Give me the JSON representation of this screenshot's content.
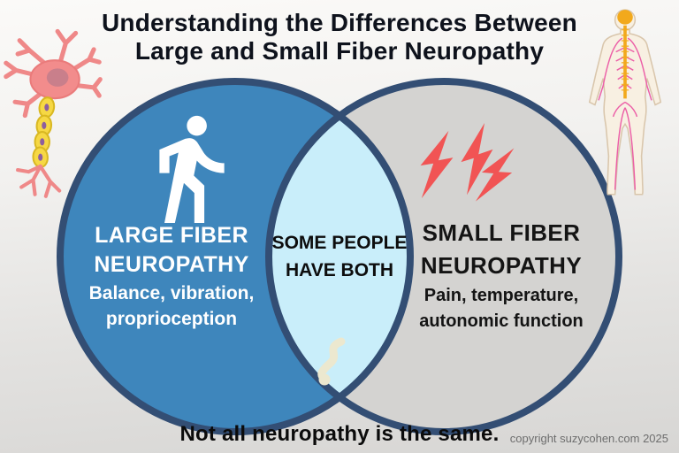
{
  "title": {
    "line1": "Understanding the Differences Between",
    "line2": "Large and Small Fiber Neuropathy"
  },
  "venn": {
    "left_circle": {
      "icon": "walking-person-icon",
      "heading_line1": "LARGE FIBER",
      "heading_line2": "NEUROPATHY",
      "description_line1": "Balance, vibration,",
      "description_line2": "proprioception"
    },
    "overlap": {
      "line1": "SOME PEOPLE",
      "line2": "HAVE BOTH",
      "watermark_icon": "squiggle-watermark-icon"
    },
    "right_circle": {
      "icon": "lightning-bolts-icon",
      "heading_line1": "SMALL FIBER",
      "heading_line2": "NEUROPATHY",
      "description_line1": "Pain, temperature,",
      "description_line2": "autonomic function"
    }
  },
  "decorations": {
    "top_left": "neuron-illustration",
    "top_right": "human-nervous-system-illustration"
  },
  "footer": {
    "tagline": "Not all neuropathy is the same.",
    "copyright": "copyright suzycohen.com 2025"
  },
  "colors": {
    "left_circle_fill": "#3e86bc",
    "right_circle_fill": "#d4d3d1",
    "overlap_fill": "#c9eefa",
    "circle_outline": "#334e74",
    "lightning_red": "#f15454",
    "title_text": "#0e121c",
    "left_circle_text": "#ffffff",
    "right_circle_text": "#141414",
    "neuron_pink": "#f08c8c",
    "myelin_yellow": "#f6d844",
    "brain_orange": "#f2a91c",
    "nerve_pink": "#ec5fa7",
    "watermark_cream": "#ece8cf"
  }
}
